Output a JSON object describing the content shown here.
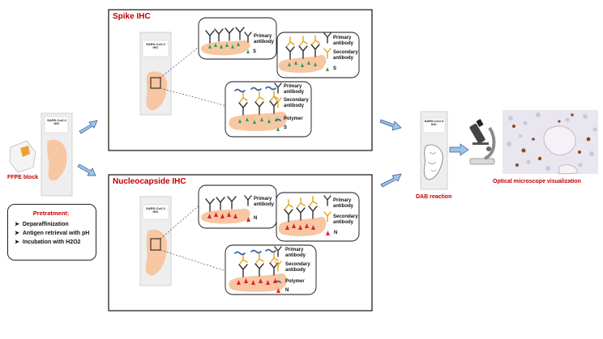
{
  "slide_label": "SARS-CoV-2\nIHC",
  "ffpe_label": "FFPE block",
  "pretreatment": {
    "title": "Pretratment:",
    "items": [
      "Deparaffinization",
      "Antigen retrieval with pH",
      "Incubation with H2O2"
    ]
  },
  "spike": {
    "title": "Spike IHC",
    "panel1": {
      "primary": "Primary\nantibody",
      "antigen": "S"
    },
    "panel2": {
      "primary": "Primary\nantibody",
      "secondary": "Secondary\nantibody",
      "antigen": "S"
    },
    "panel3": {
      "primary": "Primary\nantibody",
      "secondary": "Secondary\nantibody",
      "polymer": "Polymer",
      "antigen": "S"
    }
  },
  "nucleo": {
    "title": "Nucleocapside IHC",
    "panel1": {
      "primary": "Primary\nantibody",
      "antigen": "N"
    },
    "panel2": {
      "primary": "Primary\nantibody",
      "secondary": "Secondary\nantibody",
      "antigen": "N"
    },
    "panel3": {
      "primary": "Primary\nantibody",
      "secondary": "Secondary\nantibody",
      "polymer": "Polymer",
      "antigen": "N"
    }
  },
  "dab_label": "DAB reaction",
  "microscope_label": "Optical microscope visualization",
  "colors": {
    "title_red": "#c00000",
    "tissue": "#f7c6a3",
    "spike_antigen": "#2e9e5b",
    "nucleo_antigen": "#e0202a",
    "primary_antibody": "#333333",
    "secondary_antibody": "#e8a21a",
    "polymer": "#2c5aa0",
    "arrow": "#9dc3e6"
  }
}
